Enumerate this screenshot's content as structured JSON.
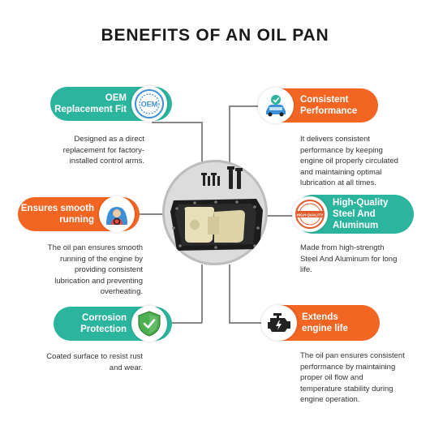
{
  "page": {
    "title": "BENEFITS OF AN OIL PAN"
  },
  "benefits": {
    "oem": {
      "title_lines": [
        "OEM",
        "Replacement Fit"
      ],
      "badge_text": "OEM",
      "desc_lines": [
        "Designed as a direct",
        "replacement for factory-",
        "installed control arms."
      ]
    },
    "consistent": {
      "title_lines": [
        "Consistent",
        "Performance"
      ],
      "desc_lines": [
        "It delivers consistent",
        "performance by keeping",
        "engine oil properly circulated",
        "and maintaining optimal",
        "lubrication at all times."
      ]
    },
    "smooth": {
      "title_lines": [
        "Ensures smooth",
        "running"
      ],
      "desc_lines": [
        "The oil pan ensures smooth",
        "running of the engine by",
        "providing consistent",
        "lubrication and preventing",
        "overheating."
      ]
    },
    "quality": {
      "title_lines": [
        "High-Quality",
        "Steel And",
        "Aluminum"
      ],
      "badge_text": "HIGH QUALITY",
      "desc_lines": [
        "Made from high-strength",
        "Steel And Aluminum for long",
        "life."
      ]
    },
    "corrosion": {
      "title_lines": [
        "Corrosion",
        "Protection"
      ],
      "desc_lines": [
        "Coated surface to resist rust",
        "and wear."
      ]
    },
    "extends": {
      "title_lines": [
        "Extends",
        "engine life"
      ],
      "desc_lines": [
        "The oil pan ensures consistent",
        "performance by maintaining",
        "proper oil flow and",
        "temperature stability during",
        "engine operation."
      ]
    }
  },
  "colors": {
    "teal": "#2cb59e",
    "orange": "#f26522",
    "text": "#333333",
    "title": "#1a1a1a"
  },
  "icons": {
    "oem": "oem-seal-icon",
    "consistent": "car-check-icon",
    "smooth": "driver-icon",
    "quality": "quality-stamp-icon",
    "corrosion": "shield-check-icon",
    "extends": "engine-icon"
  }
}
